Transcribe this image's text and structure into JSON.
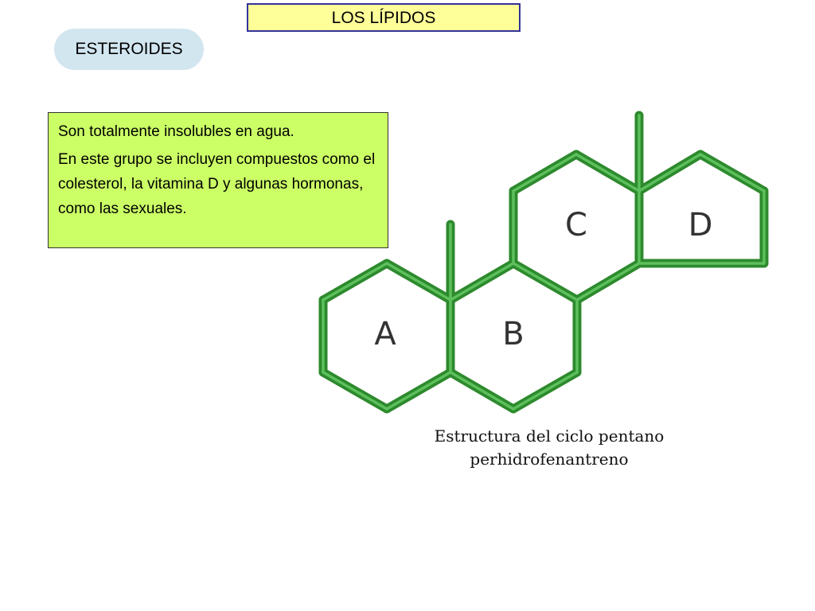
{
  "slide": {
    "title": "LOS LÍPIDOS",
    "section": "ESTEROIDES",
    "info": {
      "line1": "Son totalmente insolubles en agua.",
      "line2": "En este grupo se incluyen compuestos como el colesterol, la vitamina D y algunas hormonas, como las sexuales."
    },
    "diagram": {
      "rings": [
        {
          "label": "A"
        },
        {
          "label": "B"
        },
        {
          "label": "C"
        },
        {
          "label": "D"
        }
      ],
      "colors": {
        "bond_dark": "#2d8a2d",
        "bond_light": "#5cc05c"
      },
      "caption_line1": "Estructura del ciclo pentano",
      "caption_line2": "perhidrofenantreno"
    }
  }
}
